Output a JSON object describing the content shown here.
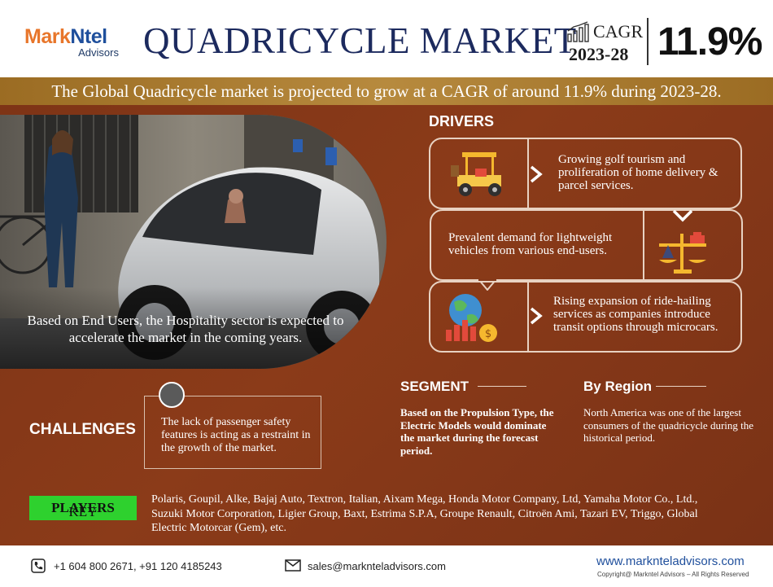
{
  "header": {
    "logo_mark": "Mark",
    "logo_ntel": "Ntel",
    "logo_sub": "Advisors",
    "title": "QUADRICYCLE MARKET",
    "cagr_label": "CAGR",
    "cagr_years": "2023-28",
    "cagr_value": "11.9%"
  },
  "banner": {
    "text": "The Global Quadricycle market is projected to grow at a CAGR of around 11.9% during 2023-28."
  },
  "photo": {
    "caption": "Based on End Users, the Hospitality sector is expected to accelerate the market in the coming years."
  },
  "drivers": {
    "title": "DRIVERS",
    "items": [
      {
        "text": "Growing golf tourism and proliferation of home delivery & parcel services.",
        "icon": "golf-cart-icon"
      },
      {
        "text": "Prevalent demand for lightweight vehicles from various end-users.",
        "icon": "balance-scale-icon"
      },
      {
        "text": "Rising expansion of ride-hailing services as companies introduce transit options through microcars.",
        "icon": "globe-growth-chart-icon"
      }
    ]
  },
  "challenges": {
    "title": "CHALLENGES",
    "text": "The lack of passenger safety features is acting as a restraint in the growth of the market."
  },
  "segment": {
    "title": "SEGMENT",
    "text": "Based on the Propulsion Type, the Electric Models would dominate the market during the forecast period."
  },
  "region": {
    "title": "By Region",
    "text": "North America was one of the largest consumers of the quadricycle during the historical period."
  },
  "key_players": {
    "label_key": "KEY",
    "label_players": "PLAYERS",
    "text": "Polaris, Goupil, Alke, Bajaj Auto, Textron, Italian, Aixam Mega, Honda Motor Company, Ltd, Yamaha Motor Co., Ltd., Suzuki Motor Corporation, Ligier Group, Baxt, Estrima S.P.A, Groupe Renault, Citroën Ami, Tazari EV, Triggo, Global Electric Motorcar (Gem), etc."
  },
  "footer": {
    "phone": "+1 604 800 2671, +91 120 4185243",
    "email": "sales@marknteladvisors.com",
    "website": "www.marknteladvisors.com",
    "copyright": "Copyright@ Markntel Advisors – All Rights Reserved"
  },
  "colors": {
    "brand_orange": "#e8762b",
    "brand_blue": "#1f4f9c",
    "banner_gold": "#a97a2f",
    "main_brown": "#843818",
    "key_green": "#2ed12e"
  }
}
